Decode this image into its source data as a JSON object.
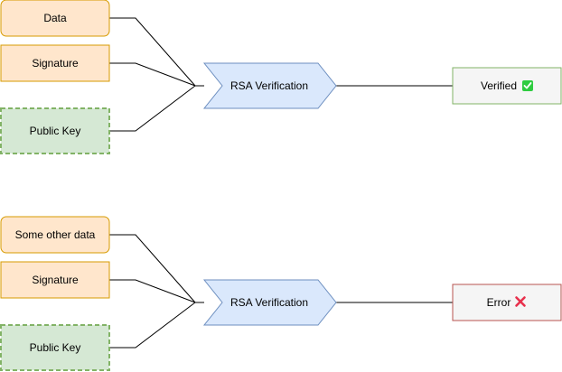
{
  "top": {
    "inputs": [
      "Data",
      "Signature",
      "Public Key"
    ],
    "process": "RSA Verification",
    "result": "Verified",
    "result_icon": "check-mark-icon"
  },
  "bottom": {
    "inputs": [
      "Some other data",
      "Signature",
      "Public Key"
    ],
    "process": "RSA Verification",
    "result": "Error",
    "result_icon": "cross-mark-icon"
  },
  "colors": {
    "input_fill": "#ffe6cc",
    "input_stroke": "#d79b00",
    "key_fill": "#d5e8d4",
    "key_stroke": "#82b366",
    "process_fill": "#dae8fc",
    "process_stroke": "#6c8ebf",
    "verified_stroke": "#82b366",
    "error_stroke": "#b85450",
    "result_fill": "#f5f5f5",
    "check_color": "#2ecc40",
    "cross_color": "#e8304c"
  }
}
